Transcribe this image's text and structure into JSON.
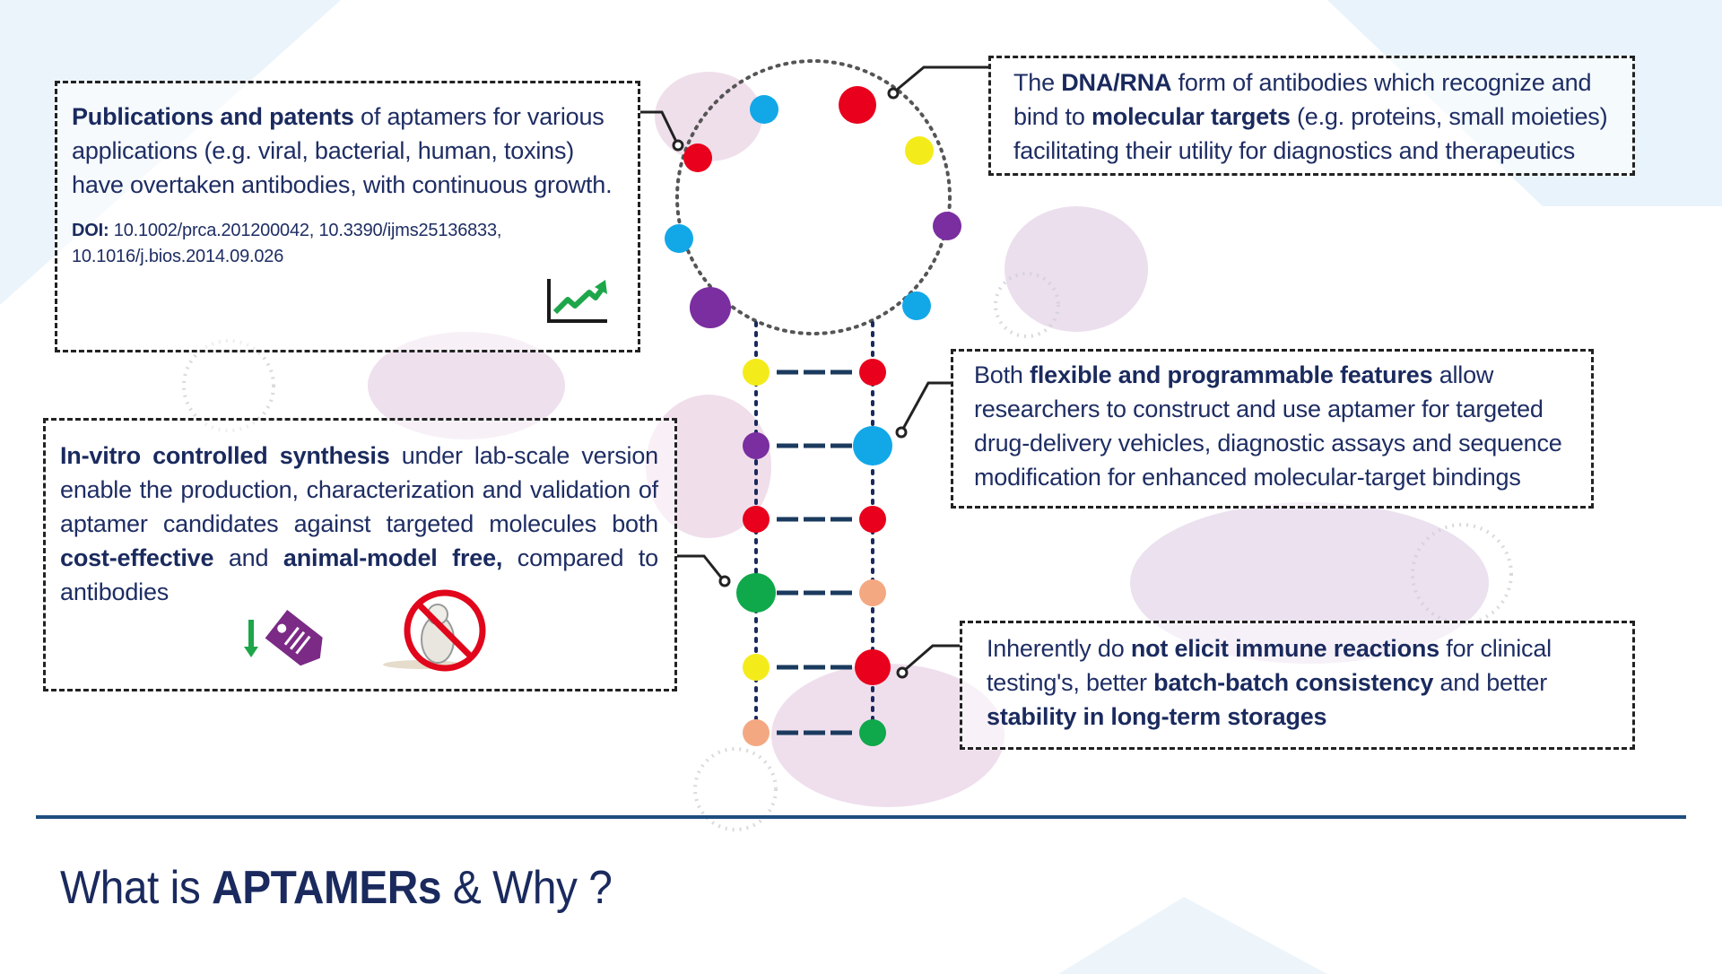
{
  "title": {
    "pre": "What is ",
    "bold": "APTAMERs",
    "post": " & Why ?"
  },
  "boxes": {
    "publications": {
      "bold1": "Publications and patents",
      "text1": " of aptamers for various applications (e.g. viral, bacterial, human, toxins) have overtaken antibodies, with continuous growth.",
      "doi_label": "DOI:",
      "doi_text": " 10.1002/prca.201200042, 10.3390/ijms25136833, 10.1016/j.bios.2014.09.026",
      "icon": "growth-chart-icon"
    },
    "dna": {
      "text1": "The ",
      "bold1": "DNA/RNA",
      "text2": " form of antibodies which recognize and bind to ",
      "bold2": "molecular targets",
      "text3": " (e.g. proteins, small moieties) facilitating their utility for diagnostics and therapeutics"
    },
    "invitro": {
      "bold1": "In-vitro controlled synthesis",
      "text1": " under lab-scale version enable the production, characterization and validation of aptamer candidates against targeted molecules both ",
      "bold2": "cost-effective",
      "text2": " and ",
      "bold3": "animal-model free,",
      "text3": " compared to antibodies",
      "icons": [
        "price-down-tag-icon",
        "no-animal-testing-icon"
      ]
    },
    "flexible": {
      "text1": "Both ",
      "bold1": "flexible and programmable features",
      "text2": " allow researchers to construct and use aptamer for targeted drug-delivery vehicles, diagnostic assays and sequence modification for enhanced molecular-target bindings"
    },
    "immune": {
      "text1": "Inherently do ",
      "bold1": "not elicit immune reactions",
      "text2": " for clinical testing's, better ",
      "bold2": "batch-batch consistency",
      "text3": " and better ",
      "bold3": "stability in long-term storages"
    }
  },
  "colors": {
    "red": "#e8001c",
    "blue": "#12a8e8",
    "yellow": "#f4ec1a",
    "purple": "#7a2ea0",
    "green": "#0fa84a",
    "peach": "#f4a882",
    "tag": "#7b2a86",
    "arrow": "#1ea64a",
    "navy": "#1a2a5e",
    "rule": "#1d4e7e"
  },
  "aptamer": {
    "loop_beads": [
      "blue",
      "red",
      "yellow",
      "purple",
      "blue",
      "purple",
      "blue",
      "red"
    ],
    "stem_pairs": [
      [
        "yellow",
        "red"
      ],
      [
        "purple",
        "blue"
      ],
      [
        "red",
        "red"
      ],
      [
        "green",
        "peach"
      ],
      [
        "yellow",
        "red"
      ],
      [
        "peach",
        "green"
      ]
    ]
  }
}
